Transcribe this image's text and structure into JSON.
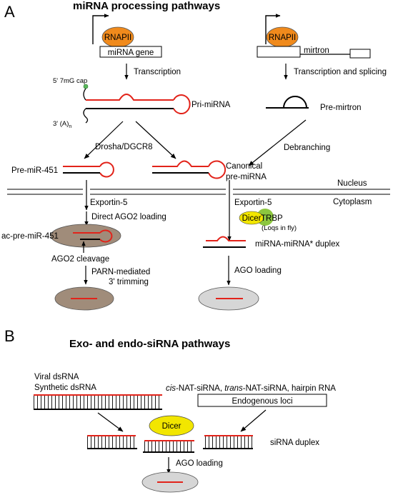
{
  "panel_a": {
    "letter": "A",
    "title": "miRNA processing pathways",
    "rnapii_left": "RNAPII",
    "rnapii_right": "RNAPII",
    "mirna_gene": "miRNA gene",
    "mirtron": "mirtron",
    "transcription": "Transcription",
    "transcription_splicing": "Transcription and splicing",
    "cap": "5' 7mG cap",
    "polya": "3' (A)",
    "polya_sub": "n",
    "pri_mirna": "Pri-miRNA",
    "pre_mirtron": "Pre-mirtron",
    "drosha": "Drosha/DGCR8",
    "debranching": "Debranching",
    "pre_mir451": "Pre-miR-451",
    "canonical_line1": "Canonical",
    "canonical_line2": "pre-miRNA",
    "nucleus": "Nucleus",
    "cytoplasm": "Cytoplasm",
    "exportin_left": "Exportin-5",
    "exportin_right": "Exportin-5",
    "direct_loading": "Direct AGO2 loading",
    "dicer": "Dicer",
    "trbp": "TRBP",
    "loqs": "(Loqs in fly)",
    "ac_pre_mir451": "ac-pre-miR-451",
    "ago2_cleavage": "AGO2 cleavage",
    "duplex": "miRNA-miRNA* duplex",
    "parn_line1": "PARN-mediated",
    "parn_line2": "3' trimming",
    "ago_loading": "AGO loading"
  },
  "panel_b": {
    "letter": "B",
    "title": "Exo- and endo-siRNA pathways",
    "viral": "Viral dsRNA",
    "synthetic": "Synthetic dsRNA",
    "cis_prefix": "cis",
    "cis_rest": "-NAT-siRNA, ",
    "trans_prefix": "trans",
    "trans_rest": "-NAT-siRNA, hairpin RNA",
    "endogenous": "Endogenous loci",
    "dicer": "Dicer",
    "sirna_duplex": "siRNA duplex",
    "ago_loading": "AGO loading"
  },
  "colors": {
    "rna_strand": "#e2231a",
    "rnapii": "#f08a1c",
    "dicer": "#f2e600",
    "trbp": "#8cc63f",
    "ago_brown": "#a08c7a",
    "ago_grey": "#d6d6d6"
  }
}
